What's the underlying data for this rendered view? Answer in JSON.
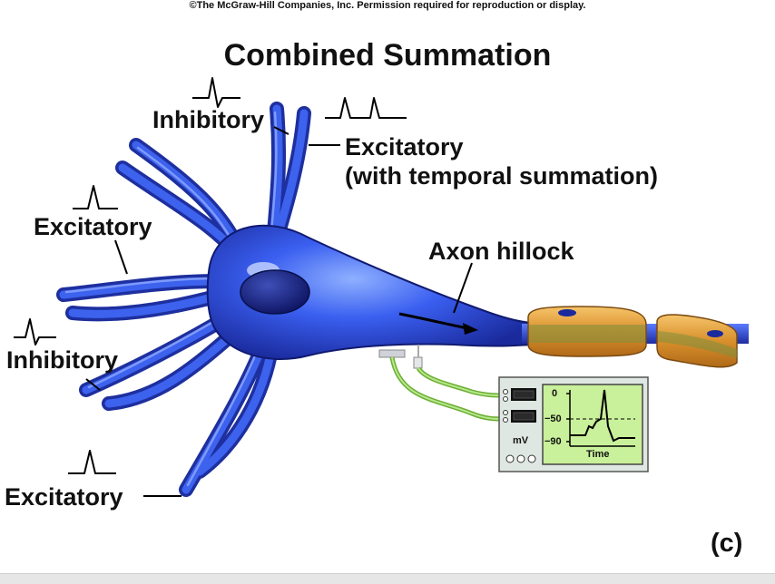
{
  "copyright": "©The McGraw-Hill Companies, Inc. Permission required for reproduction or display.",
  "title": "Combined Summation",
  "labels": {
    "inhibitory_top": "Inhibitory",
    "excitatory_temporal_1": "Excitatory",
    "excitatory_temporal_2": "(with temporal summation)",
    "excitatory_left": "Excitatory",
    "axon_hillock": "Axon hillock",
    "inhibitory_left": "Inhibitory",
    "excitatory_bottom": "Excitatory",
    "panel": "(c)"
  },
  "meter": {
    "unit": "mV",
    "ticks": [
      "0",
      "−50",
      "−90"
    ],
    "xlabel": "Time"
  },
  "colors": {
    "neuron": "#2f4fd8",
    "neuron_dark": "#16207a",
    "myelin": "#e8a63a",
    "meter_body": "#dfe7e3",
    "meter_screen": "#c9f09a",
    "wire": "#8fd14f"
  }
}
